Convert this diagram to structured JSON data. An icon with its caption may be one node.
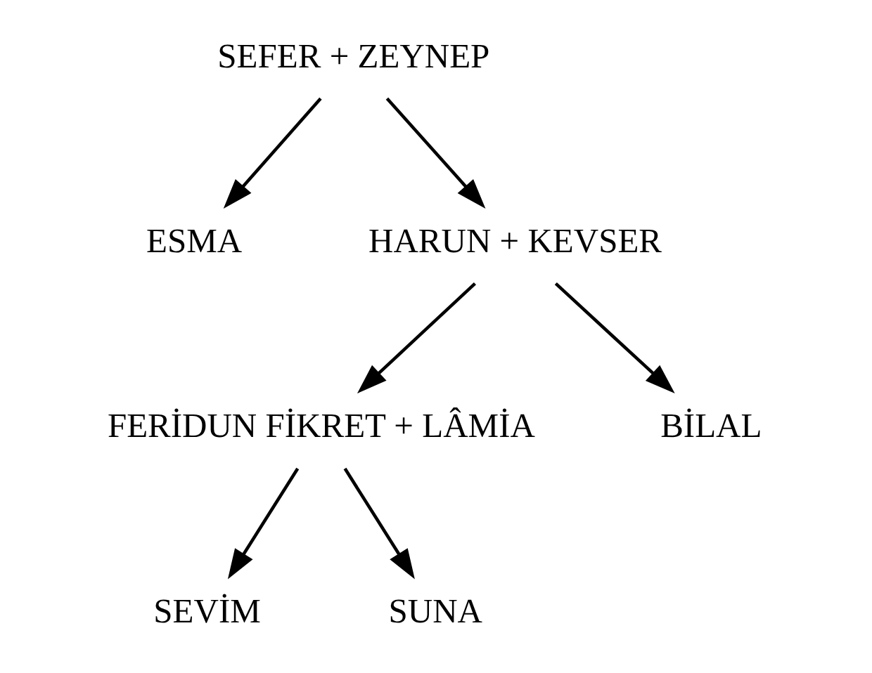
{
  "diagram": {
    "nodes": [
      {
        "text": [
          "SEFER + ZEYNEP"
        ]
      },
      {
        "text": [
          "ESMA"
        ]
      },
      {
        "text": [
          "HARUN + KEVSER"
        ]
      },
      {
        "text": [
          "FERİDUN FİKRET + LÂMİA"
        ]
      },
      {
        "text": [
          "BİLAL"
        ]
      },
      {
        "text": [
          "SEVİM"
        ]
      },
      {
        "text": [
          "SUNA"
        ]
      }
    ],
    "edges": [
      {
        "from": 0,
        "to": 1,
        "arrow": "to"
      },
      {
        "from": 0,
        "to": 2,
        "arrow": "to"
      },
      {
        "from": 2,
        "to": 3,
        "arrow": "to"
      },
      {
        "from": 2,
        "to": 4,
        "arrow": "to"
      },
      {
        "from": 3,
        "to": 5,
        "arrow": "to"
      },
      {
        "from": 3,
        "to": 6,
        "arrow": "to"
      }
    ]
  }
}
